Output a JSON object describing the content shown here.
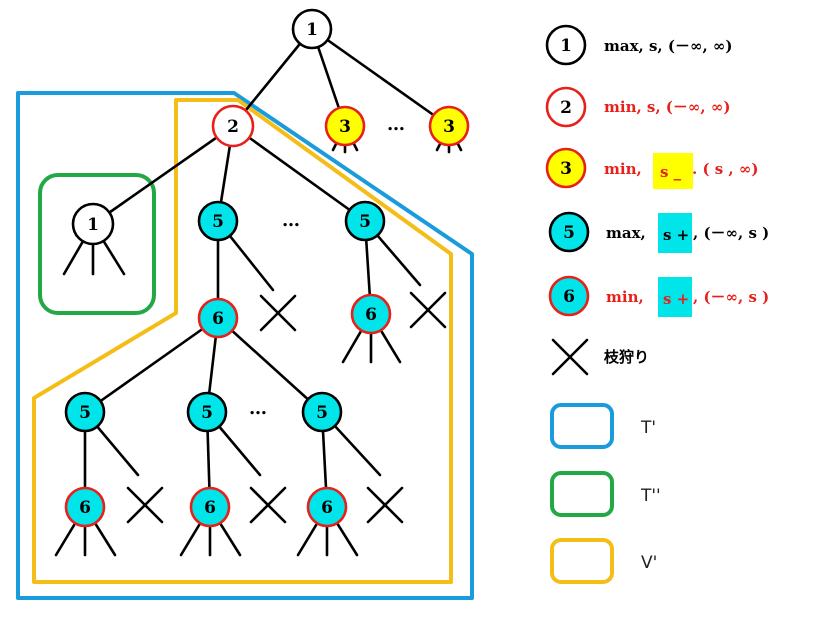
{
  "colors": {
    "blue_region": "#1a9bdb",
    "green_region": "#22a845",
    "yellow_region": "#f5bd17",
    "cyan_fill": "#00e5ea",
    "yellow_fill": "#ffff00",
    "red_stroke": "#e8201a",
    "red_text": "#e8201a",
    "black": "#000000"
  },
  "tree": {
    "root": "1",
    "depth1_left": "2",
    "depth1_right_a": "3",
    "depth1_right_b": "3",
    "dots_top": "…",
    "left_child": "1",
    "mid_left": "5",
    "mid_right": "5",
    "dots_mid": "…",
    "row3_left": "6",
    "row3_right": "6",
    "row4_a": "5",
    "row4_b": "5",
    "row4_c": "5",
    "dots_row4": "…",
    "row5_a": "6",
    "row5_b": "6",
    "row5_c": "6"
  },
  "legend": {
    "items": [
      {
        "num": "1",
        "label": "max, s, (－∞, ∞)",
        "style": "white",
        "text_color": "#000000"
      },
      {
        "num": "2",
        "label": "min, s, (－∞, ∞)",
        "style": "red-ring",
        "text_color": "#e8201a"
      },
      {
        "num": "3",
        "label_pre": "min,",
        "hl": "s _",
        "label_post": ". ( s , ∞)",
        "style": "yellow",
        "text_color": "#e8201a"
      },
      {
        "num": "5",
        "label_pre": "max,",
        "hl": "s +",
        "label_post": ", (－∞,  s )",
        "style": "cyan",
        "text_color": "#000000"
      },
      {
        "num": "6",
        "label_pre": "min,",
        "hl": "s +",
        "label_post": ", (－∞,  s )",
        "style": "cyan-red",
        "text_color": "#e8201a"
      }
    ],
    "prune_label": "枝狩り",
    "regions": [
      {
        "name": "T'",
        "color": "#1a9bdb"
      },
      {
        "name": "T''",
        "color": "#22a845"
      },
      {
        "name": "V'",
        "color": "#f5bd17"
      }
    ]
  }
}
